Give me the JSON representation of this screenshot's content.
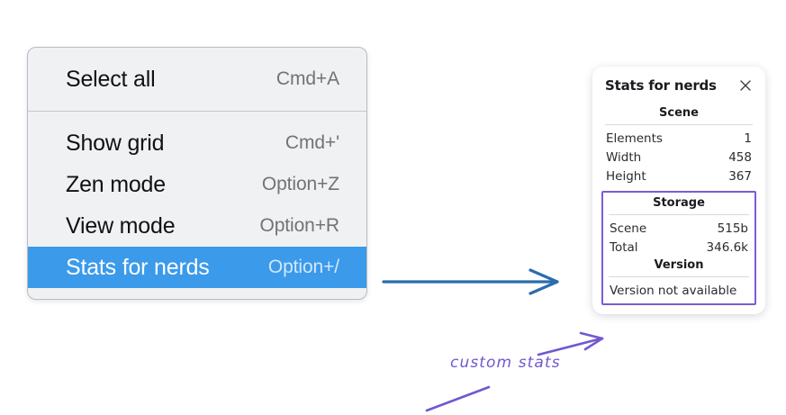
{
  "context_menu": {
    "name": "canvas-context-menu",
    "groups": [
      {
        "items": [
          {
            "label": "Select all",
            "shortcut": "Cmd+A",
            "selected": false
          }
        ]
      },
      {
        "items": [
          {
            "label": "Show grid",
            "shortcut": "Cmd+'",
            "selected": false
          },
          {
            "label": "Zen mode",
            "shortcut": "Option+Z",
            "selected": false
          },
          {
            "label": "View mode",
            "shortcut": "Option+R",
            "selected": false
          },
          {
            "label": "Stats for nerds",
            "shortcut": "Option+/",
            "selected": true
          }
        ]
      }
    ]
  },
  "stats_panel": {
    "title": "Stats for nerds",
    "close_icon": "close-icon",
    "scene": {
      "heading": "Scene",
      "rows": [
        {
          "label": "Elements",
          "value": "1"
        },
        {
          "label": "Width",
          "value": "458"
        },
        {
          "label": "Height",
          "value": "367"
        }
      ]
    },
    "storage": {
      "heading": "Storage",
      "rows": [
        {
          "label": "Scene",
          "value": "515b"
        },
        {
          "label": "Total",
          "value": "346.6k"
        }
      ]
    },
    "version": {
      "heading": "Version",
      "text": "Version not available"
    }
  },
  "annotations": {
    "custom_stats_label": "custom stats",
    "blue_arrow_name": "menu-to-panel-arrow",
    "purple_arrow_name": "custom-stats-pointer-arrow"
  },
  "colors": {
    "menu_background": "#f0f1f3",
    "menu_border": "#b8bcc4",
    "selection_blue": "#3b9aea",
    "annotation_purple": "#7258cf",
    "highlight_purple": "#7c5cd4",
    "blue_arrow": "#2b6cae",
    "panel_background": "#ffffff",
    "page_background": "#ffffff"
  }
}
